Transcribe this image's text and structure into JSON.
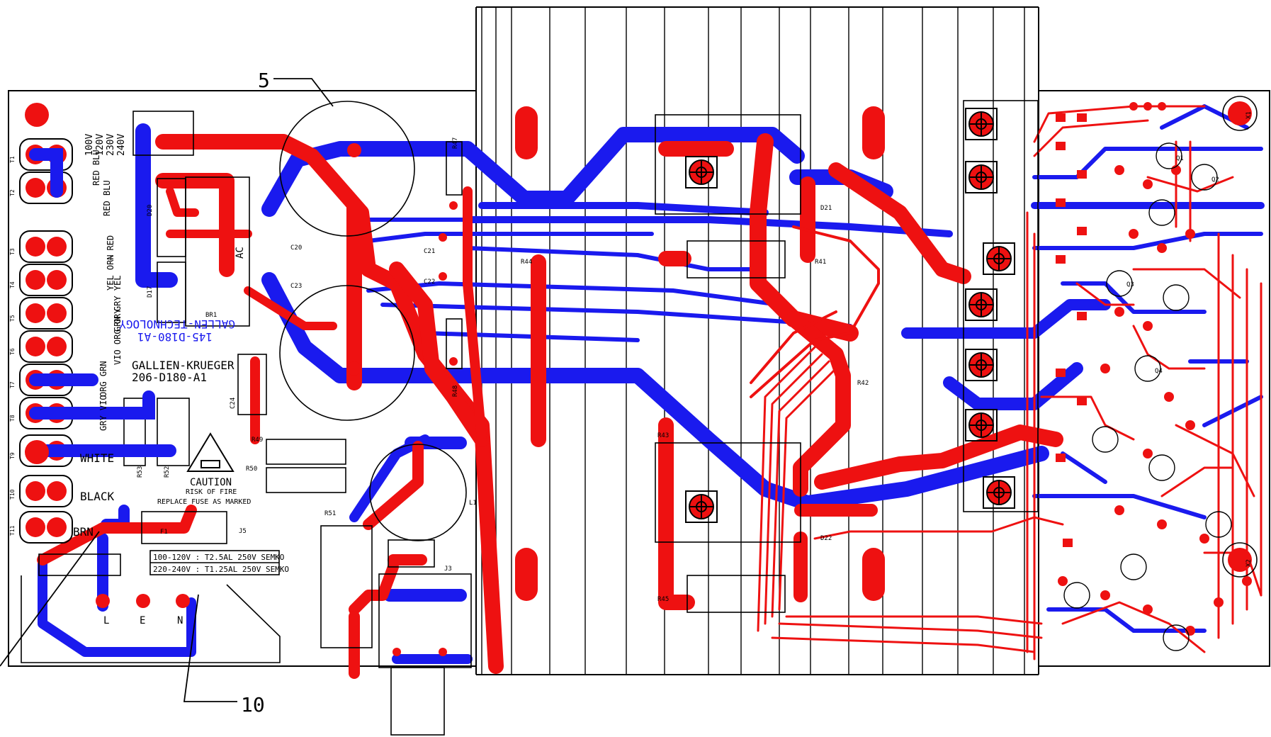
{
  "callouts": {
    "c5": "5",
    "c10": "10"
  },
  "terminals": [
    {
      "id": "T1",
      "color": "RED BLU"
    },
    {
      "id": "T2",
      "color": "RED BLU"
    },
    {
      "id": "T3",
      "color": "— RED"
    },
    {
      "id": "T4",
      "color": "YEL ORN"
    },
    {
      "id": "T5",
      "color": "GRN GRY YEL"
    },
    {
      "id": "T6",
      "color": "VIO ORG GRY"
    },
    {
      "id": "T7",
      "color": "ORG GRN"
    },
    {
      "id": "T8",
      "color": "GRY VIO"
    },
    {
      "id": "T9",
      "color": "WHITE"
    },
    {
      "id": "T10",
      "color": "BLACK"
    },
    {
      "id": "T11",
      "color": "BRN"
    }
  ],
  "voltages": {
    "v100": "100V",
    "v120": "120V",
    "v230": "230V",
    "v240": "240V"
  },
  "wire_colors": {
    "white": "WHITE",
    "black": "BLACK",
    "brn": "BRN"
  },
  "board": {
    "mirror_name": "GALLEN-TECHNOLOGY",
    "mirror_pn": "145-D180-A1",
    "name": "GALLIEN-KRUEGER",
    "pn": "206-D180-A1"
  },
  "caution": {
    "title": "CAUTION",
    "line1": "RISK OF FIRE",
    "line2": "REPLACE FUSE AS MARKED"
  },
  "fuse_table": {
    "row1": "100-120V : T2.5AL 250V SEMKO",
    "row2": "220-240V : T1.25AL 250V SEMKO"
  },
  "mains": {
    "L": "L",
    "E": "E",
    "N": "N"
  },
  "refdes": {
    "F1": "F1",
    "J5": "J5",
    "J3": "J3",
    "L1": "L1",
    "R51": "R51",
    "C20": "C20",
    "C23": "C23",
    "C21": "C21",
    "C22": "C22",
    "C24": "C24",
    "R44": "R44",
    "R43": "R43",
    "R45": "R45",
    "R42": "R42",
    "R41": "R41",
    "D21": "D21",
    "D22": "D22",
    "R47": "R47",
    "R48": "R48",
    "R49": "R49",
    "R50": "R50",
    "R52": "R52",
    "R53": "R53",
    "BR1": "BR1",
    "D20": "D20",
    "D17": "D17",
    "ACin": "AC",
    "X1": "X1",
    "X2": "X2",
    "Q1": "Q1",
    "Q2": "Q2",
    "Q3": "Q3",
    "Q4": "Q4"
  },
  "colors": {
    "top_copper": "#ee1111",
    "bottom_copper": "#1a1aee",
    "silk": "#000000"
  }
}
